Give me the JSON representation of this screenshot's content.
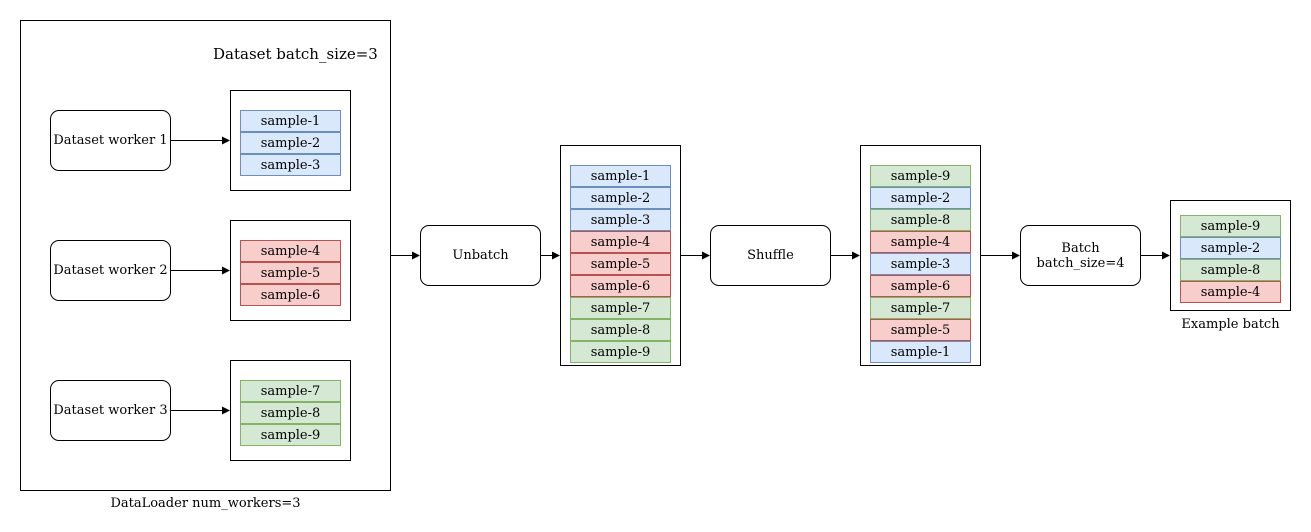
{
  "dataloader": {
    "caption": "DataLoader num_workers=3",
    "dataset_title": "Dataset batch_size=3"
  },
  "workers": [
    {
      "label": "Dataset worker 1",
      "samples": [
        {
          "text": "sample-1",
          "color": "blue"
        },
        {
          "text": "sample-2",
          "color": "blue"
        },
        {
          "text": "sample-3",
          "color": "blue"
        }
      ]
    },
    {
      "label": "Dataset worker 2",
      "samples": [
        {
          "text": "sample-4",
          "color": "red"
        },
        {
          "text": "sample-5",
          "color": "red"
        },
        {
          "text": "sample-6",
          "color": "red"
        }
      ]
    },
    {
      "label": "Dataset worker 3",
      "samples": [
        {
          "text": "sample-7",
          "color": "green"
        },
        {
          "text": "sample-8",
          "color": "green"
        },
        {
          "text": "sample-9",
          "color": "green"
        }
      ]
    }
  ],
  "unbatch": {
    "label": "Unbatch",
    "samples": [
      {
        "text": "sample-1",
        "color": "blue"
      },
      {
        "text": "sample-2",
        "color": "blue"
      },
      {
        "text": "sample-3",
        "color": "blue"
      },
      {
        "text": "sample-4",
        "color": "red"
      },
      {
        "text": "sample-5",
        "color": "red"
      },
      {
        "text": "sample-6",
        "color": "red"
      },
      {
        "text": "sample-7",
        "color": "green"
      },
      {
        "text": "sample-8",
        "color": "green"
      },
      {
        "text": "sample-9",
        "color": "green"
      }
    ]
  },
  "shuffle": {
    "label": "Shuffle",
    "samples": [
      {
        "text": "sample-9",
        "color": "green"
      },
      {
        "text": "sample-2",
        "color": "blue"
      },
      {
        "text": "sample-8",
        "color": "green"
      },
      {
        "text": "sample-4",
        "color": "red"
      },
      {
        "text": "sample-3",
        "color": "blue"
      },
      {
        "text": "sample-6",
        "color": "red"
      },
      {
        "text": "sample-7",
        "color": "green"
      },
      {
        "text": "sample-5",
        "color": "red"
      },
      {
        "text": "sample-1",
        "color": "blue"
      }
    ]
  },
  "batch": {
    "label_line1": "Batch",
    "label_line2": "batch_size=4",
    "samples": [
      {
        "text": "sample-9",
        "color": "green"
      },
      {
        "text": "sample-2",
        "color": "blue"
      },
      {
        "text": "sample-8",
        "color": "green"
      },
      {
        "text": "sample-4",
        "color": "red"
      }
    ],
    "caption": "Example batch"
  },
  "colors": {
    "blue": "#dae8fc",
    "red": "#f8cecc",
    "green": "#d5e8d4"
  }
}
